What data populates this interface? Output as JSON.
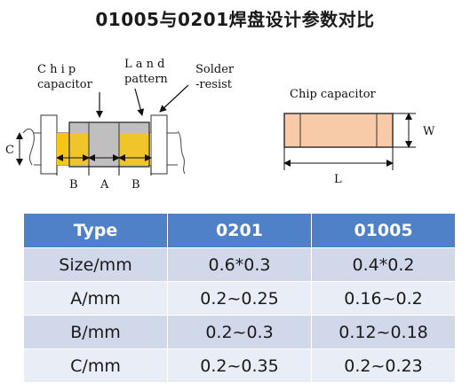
{
  "title": "01005与0201焊盘设计参数对比",
  "colors": {
    "header_bg": "#4f81c9",
    "row_odd": "#d0d8ea",
    "row_even": "#e9edf5",
    "pad": "#f5c518",
    "chip": "#bfbfbf",
    "chip_right": "#f8cba8"
  },
  "left_diagram": {
    "label_chip": "C h i p",
    "label_capacitor": "capacitor",
    "label_land": "L a n d",
    "label_pattern": "pattern",
    "label_solder": "Solder",
    "label_resist": "-resist",
    "dim_c": "C",
    "dim_b_left": "B",
    "dim_a": "A",
    "dim_b_right": "B"
  },
  "right_diagram": {
    "label": "Chip capacitor",
    "dim_w": "W",
    "dim_l": "L"
  },
  "table": {
    "headers": [
      "Type",
      "0201",
      "01005"
    ],
    "rows": [
      [
        "Size/mm",
        "0.6*0.3",
        "0.4*0.2"
      ],
      [
        "A/mm",
        "0.2~0.25",
        "0.16~0.2"
      ],
      [
        "B/mm",
        "0.2~0.3",
        "0.12~0.18"
      ],
      [
        "C/mm",
        "0.2~0.35",
        "0.2~0.23"
      ]
    ]
  }
}
